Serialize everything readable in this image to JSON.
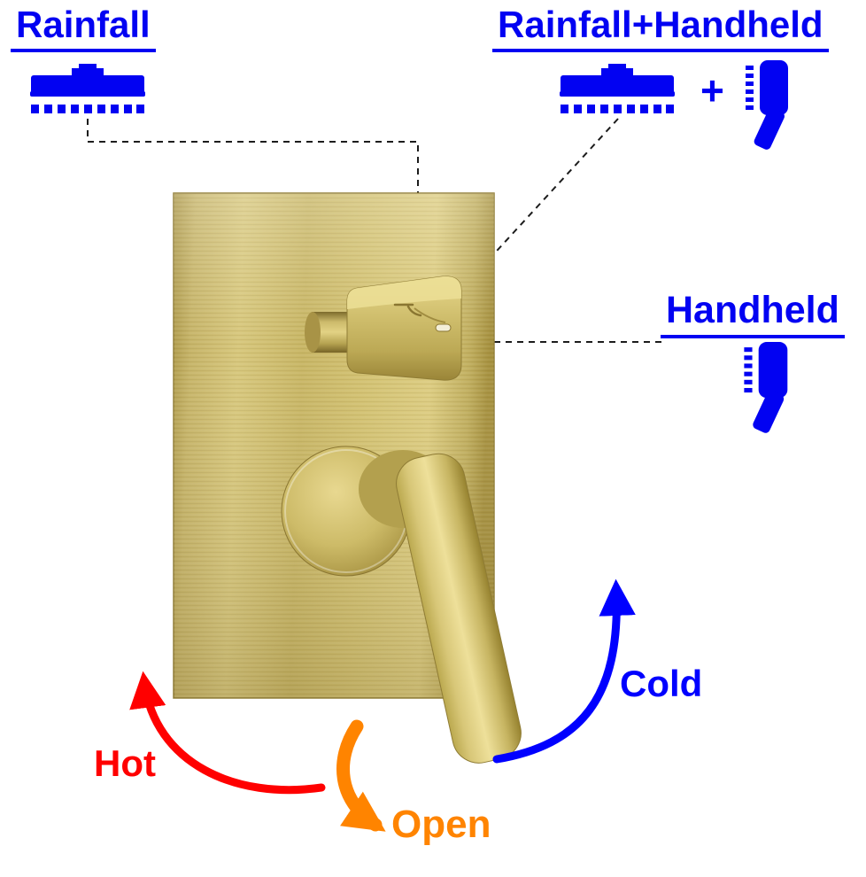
{
  "labels": {
    "rainfall": "Rainfall",
    "rainfall_handheld": "Rainfall+Handheld",
    "plus": "+",
    "handheld": "Handheld",
    "hot": "Hot",
    "cold": "Cold",
    "open": "Open"
  },
  "colors": {
    "label_blue": "#0202f2",
    "arrow_red": "#ff0000",
    "arrow_blue": "#0000ff",
    "arrow_orange": "#ff8400",
    "gold_base": "#c9b766",
    "gold_light": "#ecdf96",
    "gold_dark": "#9c8840",
    "connector_black": "#1c1c1c"
  },
  "icons": {
    "rain_shower": "rain-shower-icon",
    "handheld_shower": "handheld-shower-icon"
  }
}
